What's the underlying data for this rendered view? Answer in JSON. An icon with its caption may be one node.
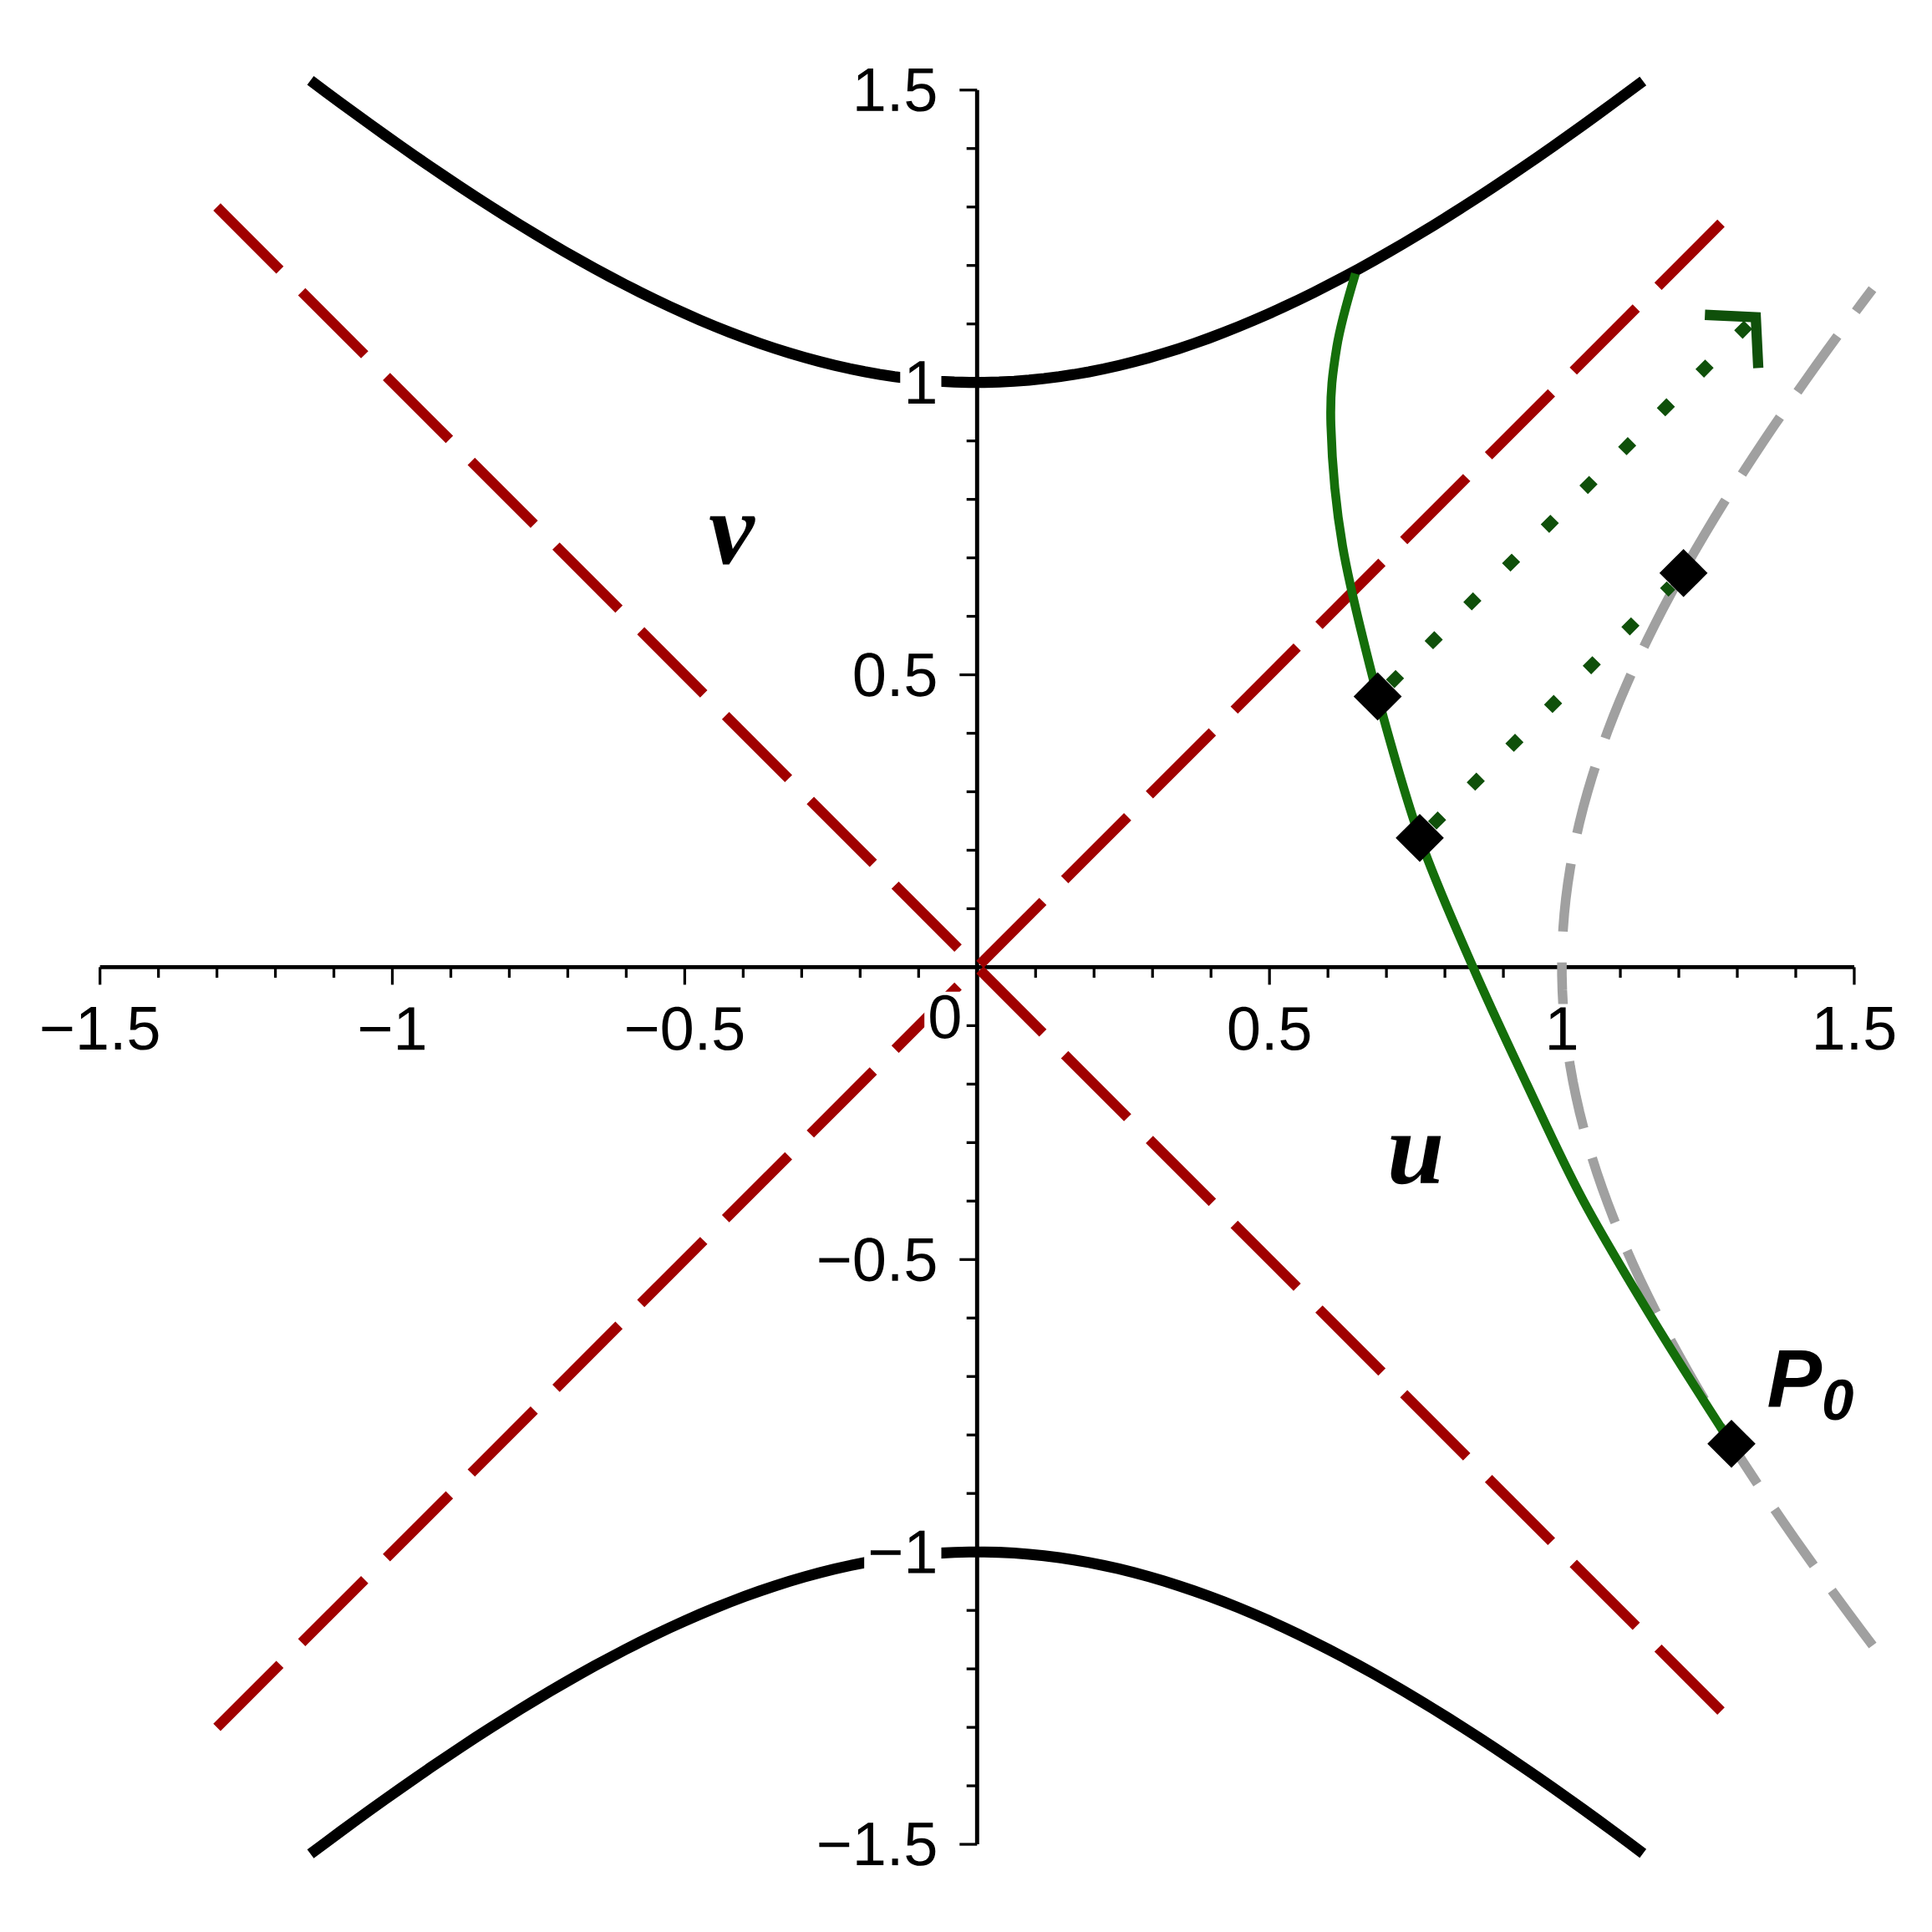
{
  "diagram": {
    "nodes": [
      {
        "text": [],
        "shape": "diamond"
      },
      {
        "text": [],
        "shape": "diamond"
      },
      {
        "text": [],
        "shape": "diamond"
      },
      {
        "text": [],
        "shape": "diamond",
        "beside": [
          "P$_{0}$"
        ]
      }
    ],
    "edges": [
      {
        "from": 1,
        "to": null,
        "arrow": "to",
        "style": "dashed"
      },
      {
        "from": 2,
        "to": 0,
        "arrow": "none",
        "style": "dashed"
      }
    ],
    "labels": [
      "1.5",
      "1",
      "v",
      "0.5",
      "−1.5",
      "−1",
      "−0.5",
      "0",
      "0.5",
      "1",
      "1.5",
      "u",
      "−0.5",
      "−1",
      "−1.5"
    ]
  }
}
